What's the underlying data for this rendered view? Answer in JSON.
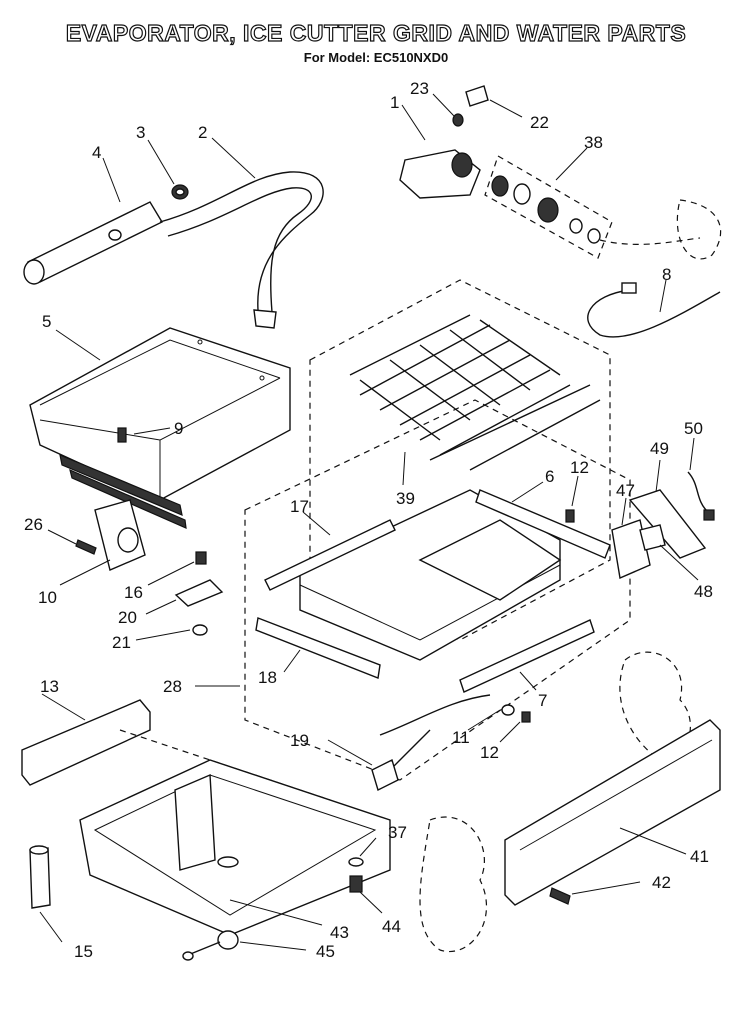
{
  "header": {
    "title": "EVAPORATOR, ICE CUTTER GRID AND WATER PARTS",
    "subtitle": "For Model: EC510NXD0"
  },
  "callouts": {
    "c1": "1",
    "c2": "2",
    "c3": "3",
    "c4": "4",
    "c5": "5",
    "c6": "6",
    "c7": "7",
    "c8": "8",
    "c9": "9",
    "c10": "10",
    "c11": "11",
    "c12a": "12",
    "c12b": "12",
    "c13": "13",
    "c15": "15",
    "c16": "16",
    "c17": "17",
    "c18": "18",
    "c19": "19",
    "c20": "20",
    "c21": "21",
    "c22": "22",
    "c23": "23",
    "c26": "26",
    "c28": "28",
    "c37": "37",
    "c38": "38",
    "c39": "39",
    "c41": "41",
    "c42": "42",
    "c43": "43",
    "c44": "44",
    "c45": "45",
    "c47": "47",
    "c48": "48",
    "c49": "49",
    "c50": "50"
  }
}
